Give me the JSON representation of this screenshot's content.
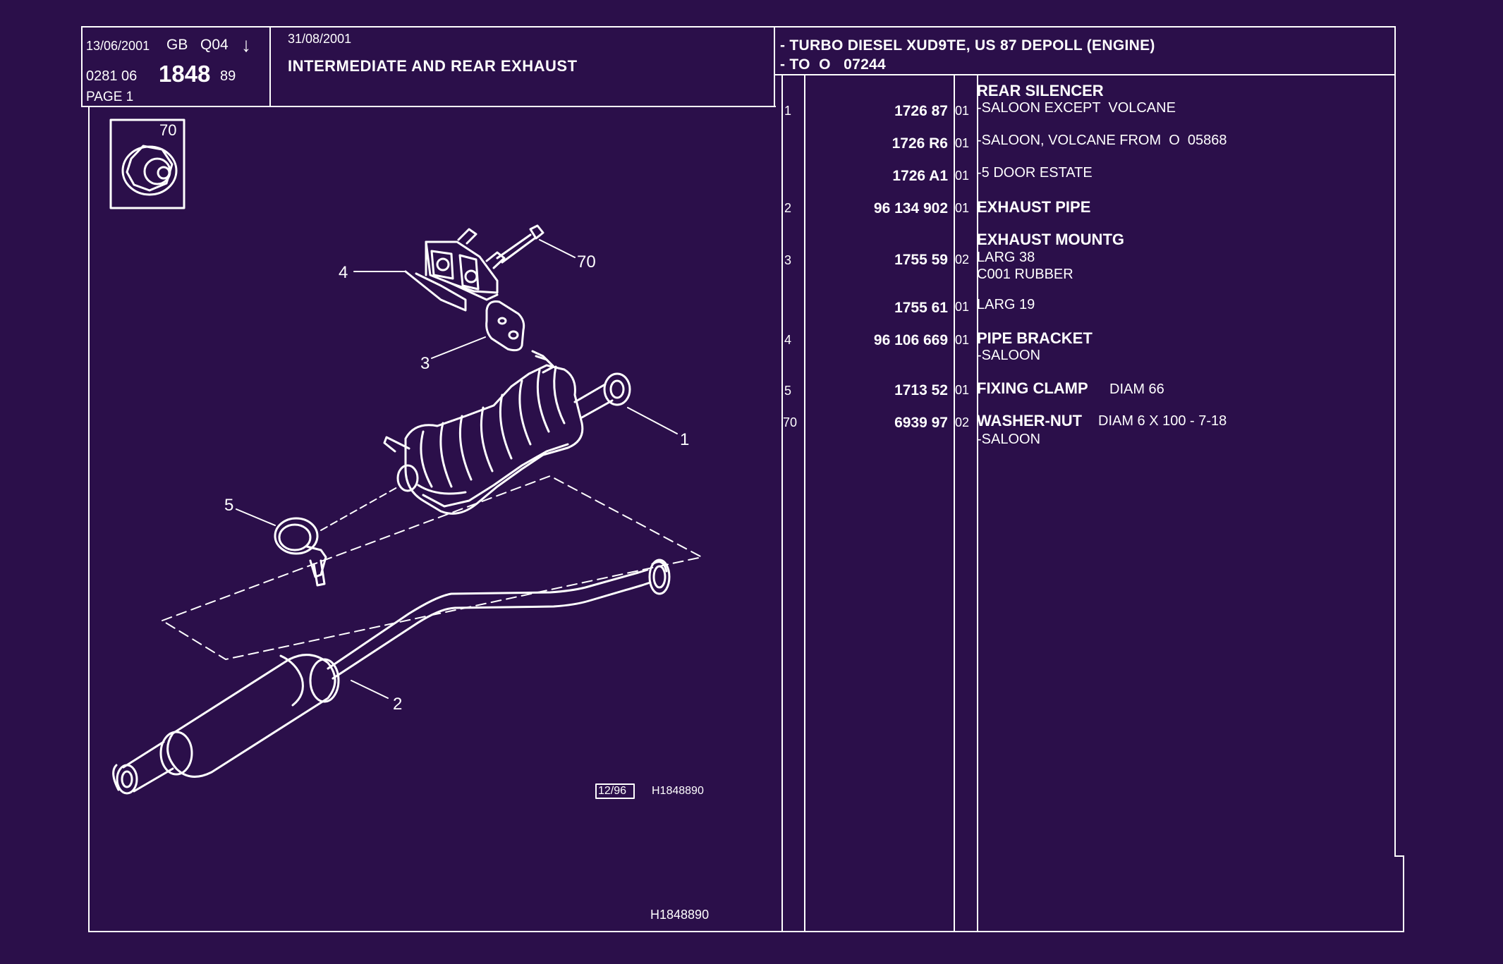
{
  "header": {
    "date1": "13/06/2001",
    "region": "GB",
    "code": "Q04",
    "arrow": "↓",
    "ref_prefix": "0281 06",
    "ref_main": "1848",
    "ref_suffix": "89",
    "page": "PAGE 1",
    "date2": "31/08/2001",
    "title": "INTERMEDIATE AND REAR EXHAUST",
    "engine_line1": "- TURBO DIESEL XUD9TE, US 87 DEPOLL (ENGINE)",
    "engine_line2": "- TO  O   07244"
  },
  "diagram": {
    "inset_label": "70",
    "callouts": {
      "c1": "1",
      "c2": "2",
      "c3": "3",
      "c4": "4",
      "c5": "5",
      "c70": "70"
    },
    "stamp": "12/96",
    "image_ref": "H1848890"
  },
  "footer": {
    "ref": "H1848890"
  },
  "parts": [
    {
      "ref": "1",
      "part_no": "1726 87",
      "qty": "01",
      "name": "REAR SILENCER",
      "desc": "-SALOON EXCEPT  VOLCANE"
    },
    {
      "ref": "",
      "part_no": "1726 R6",
      "qty": "01",
      "name": "",
      "desc": "-SALOON, VOLCANE FROM  O  05868"
    },
    {
      "ref": "",
      "part_no": "1726 A1",
      "qty": "01",
      "name": "",
      "desc": "-5 DOOR ESTATE"
    },
    {
      "ref": "2",
      "part_no": "96 134 902",
      "qty": "01",
      "name": "EXHAUST PIPE",
      "desc": ""
    },
    {
      "ref": "3",
      "part_no": "1755 59",
      "qty": "02",
      "name": "EXHAUST MOUNTG",
      "desc": "LARG 38",
      "desc2": "C001 RUBBER"
    },
    {
      "ref": "",
      "part_no": "1755 61",
      "qty": "01",
      "name": "",
      "desc": "LARG 19"
    },
    {
      "ref": "4",
      "part_no": "96 106 669",
      "qty": "01",
      "name": "PIPE BRACKET",
      "desc": "-SALOON"
    },
    {
      "ref": "5",
      "part_no": "1713 52",
      "qty": "01",
      "name": "FIXING CLAMP",
      "desc": "DIAM 66"
    },
    {
      "ref": "70",
      "part_no": "6939 97",
      "qty": "02",
      "name": "WASHER-NUT",
      "desc": "DIAM 6 X 100 - 7-18",
      "desc2": "-SALOON"
    }
  ],
  "colors": {
    "background": "#2b0f4a",
    "ink": "#ffffff"
  }
}
